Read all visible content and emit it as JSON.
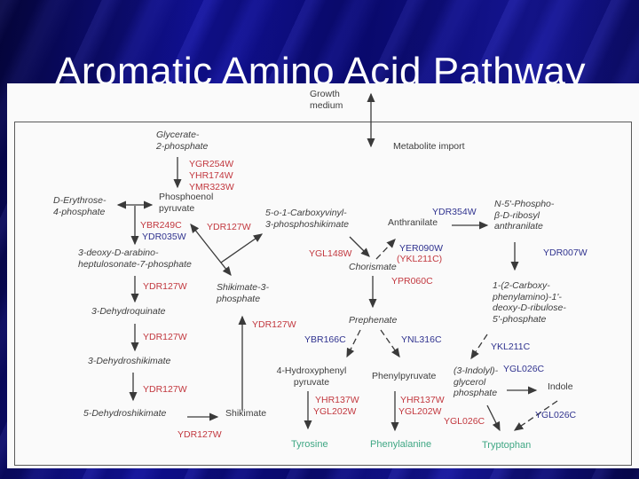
{
  "slide": {
    "title": "Aromatic Amino Acid Pathway"
  },
  "colors": {
    "slide-bg": "#0a0a8c",
    "title-text": "#ffffff",
    "panel-bg": "#fafafa",
    "border": "#5a5a5a",
    "metabolite-text": "#3d3d3d",
    "gene-red": "#c2383f",
    "gene-blue": "#30338f",
    "product-green": "#3fa784",
    "arrow": "#3a3a3a"
  },
  "environment": {
    "growth_medium": "Growth\nmedium",
    "metabolite_import": "Metabolite import"
  },
  "metabolites": {
    "glycerate_2_phosphate": "Glycerate-\n2-phosphate",
    "phosphoenolpyruvate": "Phosphoenol\npyruvate",
    "d_erythrose_4_phosphate": "D-Erythrose-\n4-phosphate",
    "dahp": "3-deoxy-D-arabino-\nheptulosonate-7-phosphate",
    "dehydroquinate_3": "3-Dehydroquinate",
    "dehydroshikimate_3": "3-Dehydroshikimate",
    "dehydroshikimate_5": "5-Dehydroshikimate",
    "shikimate": "Shikimate",
    "shikimate_3_phosphate": "Shikimate-3-\nphosphate",
    "epsp": "5-o-1-Carboxyvinyl-\n3-phosphoshikimate",
    "chorismate": "Chorismate",
    "anthranilate": "Anthranilate",
    "n5_phospho_ribosyl_anthranilate": "N-5'-Phospho-\nβ-D-ribosyl\nanthranilate",
    "cdrp": "1-(2-Carboxy-\nphenylamino)-1'-\ndeoxy-D-ribulose-\n5'-phosphate",
    "indolyl_glycerol_phosphate": "(3-Indolyl)-\nglycerol\nphosphate",
    "indole": "Indole",
    "prephenate": "Prephenate",
    "hydroxyphenylpyruvate_4": "4-Hydroxyphenyl\npyruvate",
    "phenylpyruvate": "Phenylpyruvate"
  },
  "genes": {
    "enolase_cluster": "YGR254W\nYHR174W\nYMR323W",
    "dahp_synthase_red": "YBR249C",
    "dahp_synthase_blue": "YDR035W",
    "aro1_a": "YDR127W",
    "aro1_b": "YDR127W",
    "aro1_c": "YDR127W",
    "aro1_d": "YDR127W",
    "aro1_e": "YDR127W",
    "aro1_f": "YDR127W",
    "chorismate_synthase": "YGL148W",
    "anthranilate_synthase_blue": "YER090W",
    "anthranilate_synthase_red_paren": "(YKL211C)",
    "trp4": "YDR354W",
    "chorismate_mutase": "YPR060C",
    "trp1": "YDR007W",
    "trp3": "YKL211C",
    "trp5_blue_a": "YGL026C",
    "trp5_blue_b": "YGL026C",
    "trp5_red": "YGL026C",
    "tyr1": "YBR166C",
    "pha2": "YNL316C",
    "aro9_a": "YHR137W",
    "aro8_a": "YGL202W",
    "aro9_b": "YHR137W",
    "aro8_b": "YGL202W"
  },
  "products": {
    "tyrosine": "Tyrosine",
    "phenylalanine": "Phenylalanine",
    "tryptophan": "Tryptophan"
  }
}
